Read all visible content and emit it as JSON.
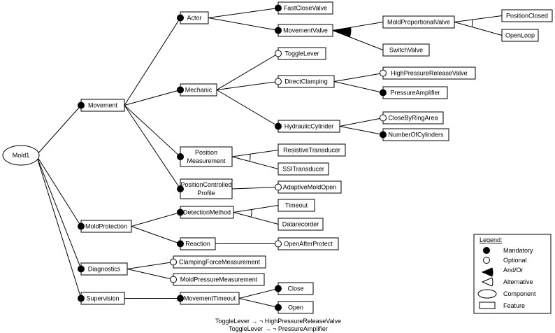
{
  "root": {
    "id": "mold1",
    "label": "Mold1"
  },
  "features": [
    {
      "id": "movement",
      "label": "Movement"
    },
    {
      "id": "actor",
      "label": "Actor"
    },
    {
      "id": "fastclosevalve",
      "label": "FastCloseValve"
    },
    {
      "id": "movementvalve",
      "label": "MovementValve"
    },
    {
      "id": "moldproportionalvalve",
      "label": "MoldProportionalValve"
    },
    {
      "id": "switchvalve",
      "label": "SwitchValve"
    },
    {
      "id": "positionclosed",
      "label": "PositionClosed"
    },
    {
      "id": "openloop",
      "label": "OpenLoop"
    },
    {
      "id": "mechanic",
      "label": "Mechanic"
    },
    {
      "id": "togglelever",
      "label": "ToggleLever"
    },
    {
      "id": "directclamping",
      "label": "DirectClamping"
    },
    {
      "id": "highpressurereleasevalve",
      "label": "HighPressureReleaseValve"
    },
    {
      "id": "pressureamplifier",
      "label": "PressureAmplifier"
    },
    {
      "id": "hydrauliccylinder",
      "label": "HydraulicCylinder"
    },
    {
      "id": "closebyringarea",
      "label": "CloseByRingArea"
    },
    {
      "id": "numberofcylinders",
      "label": "NumberOfCylinders"
    },
    {
      "id": "positionmeasurement",
      "label": "Position Measurement"
    },
    {
      "id": "resistivetransducer",
      "label": "ResistiveTransducer"
    },
    {
      "id": "ssitransducer",
      "label": "SSITransducer"
    },
    {
      "id": "positioncontrolledprofile",
      "label": "PositionControlled Profile"
    },
    {
      "id": "adaptivemoldopen",
      "label": "AdaptiveMoldOpen"
    },
    {
      "id": "moldprotection",
      "label": "MoldProtection"
    },
    {
      "id": "detectionmethod",
      "label": "DetectionMethod"
    },
    {
      "id": "timeout",
      "label": "Timeout"
    },
    {
      "id": "datarecorder",
      "label": "Datarecorder"
    },
    {
      "id": "reaction",
      "label": "Reaction"
    },
    {
      "id": "openafterprotect",
      "label": "OpenAfterProtect"
    },
    {
      "id": "diagnostics",
      "label": "Diagnostics"
    },
    {
      "id": "clampingforcemeasurement",
      "label": "ClampingForceMeasurement"
    },
    {
      "id": "moldpressuremeasurement",
      "label": "MoldPressureMeasurement"
    },
    {
      "id": "supervision",
      "label": "Supervision"
    },
    {
      "id": "movementtimeout",
      "label": "MovementTimeout"
    },
    {
      "id": "close",
      "label": "Close"
    },
    {
      "id": "open",
      "label": "Open"
    }
  ],
  "edges": [
    {
      "from": "mold1",
      "to": "movement",
      "kind": "mandatory"
    },
    {
      "from": "mold1",
      "to": "moldprotection",
      "kind": "mandatory"
    },
    {
      "from": "mold1",
      "to": "diagnostics",
      "kind": "mandatory"
    },
    {
      "from": "mold1",
      "to": "supervision",
      "kind": "mandatory"
    },
    {
      "from": "movement",
      "to": "actor",
      "kind": "mandatory"
    },
    {
      "from": "movement",
      "to": "mechanic",
      "kind": "mandatory"
    },
    {
      "from": "movement",
      "to": "positionmeasurement",
      "kind": "mandatory"
    },
    {
      "from": "movement",
      "to": "positioncontrolledprofile",
      "kind": "mandatory"
    },
    {
      "from": "actor",
      "to": "fastclosevalve",
      "kind": "mandatory"
    },
    {
      "from": "actor",
      "to": "movementvalve",
      "kind": "mandatory"
    },
    {
      "from": "movementvalve",
      "to": "moldproportionalvalve",
      "kind": "group"
    },
    {
      "from": "movementvalve",
      "to": "switchvalve",
      "kind": "group"
    },
    {
      "from": "moldproportionalvalve",
      "to": "positionclosed",
      "kind": "group"
    },
    {
      "from": "moldproportionalvalve",
      "to": "openloop",
      "kind": "group"
    },
    {
      "from": "mechanic",
      "to": "togglelever",
      "kind": "optional"
    },
    {
      "from": "mechanic",
      "to": "directclamping",
      "kind": "optional"
    },
    {
      "from": "mechanic",
      "to": "hydrauliccylinder",
      "kind": "mandatory"
    },
    {
      "from": "directclamping",
      "to": "highpressurereleasevalve",
      "kind": "optional"
    },
    {
      "from": "directclamping",
      "to": "pressureamplifier",
      "kind": "mandatory"
    },
    {
      "from": "hydrauliccylinder",
      "to": "closebyringarea",
      "kind": "optional"
    },
    {
      "from": "hydrauliccylinder",
      "to": "numberofcylinders",
      "kind": "mandatory"
    },
    {
      "from": "positionmeasurement",
      "to": "resistivetransducer",
      "kind": "group"
    },
    {
      "from": "positionmeasurement",
      "to": "ssitransducer",
      "kind": "group"
    },
    {
      "from": "positioncontrolledprofile",
      "to": "adaptivemoldopen",
      "kind": "optional"
    },
    {
      "from": "moldprotection",
      "to": "detectionmethod",
      "kind": "mandatory"
    },
    {
      "from": "moldprotection",
      "to": "reaction",
      "kind": "mandatory"
    },
    {
      "from": "detectionmethod",
      "to": "timeout",
      "kind": "group"
    },
    {
      "from": "detectionmethod",
      "to": "datarecorder",
      "kind": "group"
    },
    {
      "from": "reaction",
      "to": "openafterprotect",
      "kind": "optional"
    },
    {
      "from": "diagnostics",
      "to": "clampingforcemeasurement",
      "kind": "optional"
    },
    {
      "from": "diagnostics",
      "to": "moldpressuremeasurement",
      "kind": "optional"
    },
    {
      "from": "supervision",
      "to": "movementtimeout",
      "kind": "mandatory"
    },
    {
      "from": "movementtimeout",
      "to": "close",
      "kind": "mandatory"
    },
    {
      "from": "movementtimeout",
      "to": "open",
      "kind": "mandatory"
    }
  ],
  "groups": [
    {
      "parent": "movementvalve",
      "type": "or"
    },
    {
      "parent": "moldproportionalvalve",
      "type": "alternative"
    },
    {
      "parent": "positionmeasurement",
      "type": "alternative"
    },
    {
      "parent": "detectionmethod",
      "type": "alternative"
    }
  ],
  "constraints": [
    "ToggleLever → ¬ HighPressureReleaseValve",
    "ToggleLever → ¬ PressureAmplifier"
  ],
  "legend": {
    "title": "Legend:",
    "items": [
      {
        "symbol": "mandatory",
        "label": "Mandatory"
      },
      {
        "symbol": "optional",
        "label": "Optional"
      },
      {
        "symbol": "or",
        "label": "And/Or"
      },
      {
        "symbol": "alternative",
        "label": "Alternative"
      },
      {
        "symbol": "component",
        "label": "Component"
      },
      {
        "symbol": "feature",
        "label": "Feature"
      }
    ]
  }
}
